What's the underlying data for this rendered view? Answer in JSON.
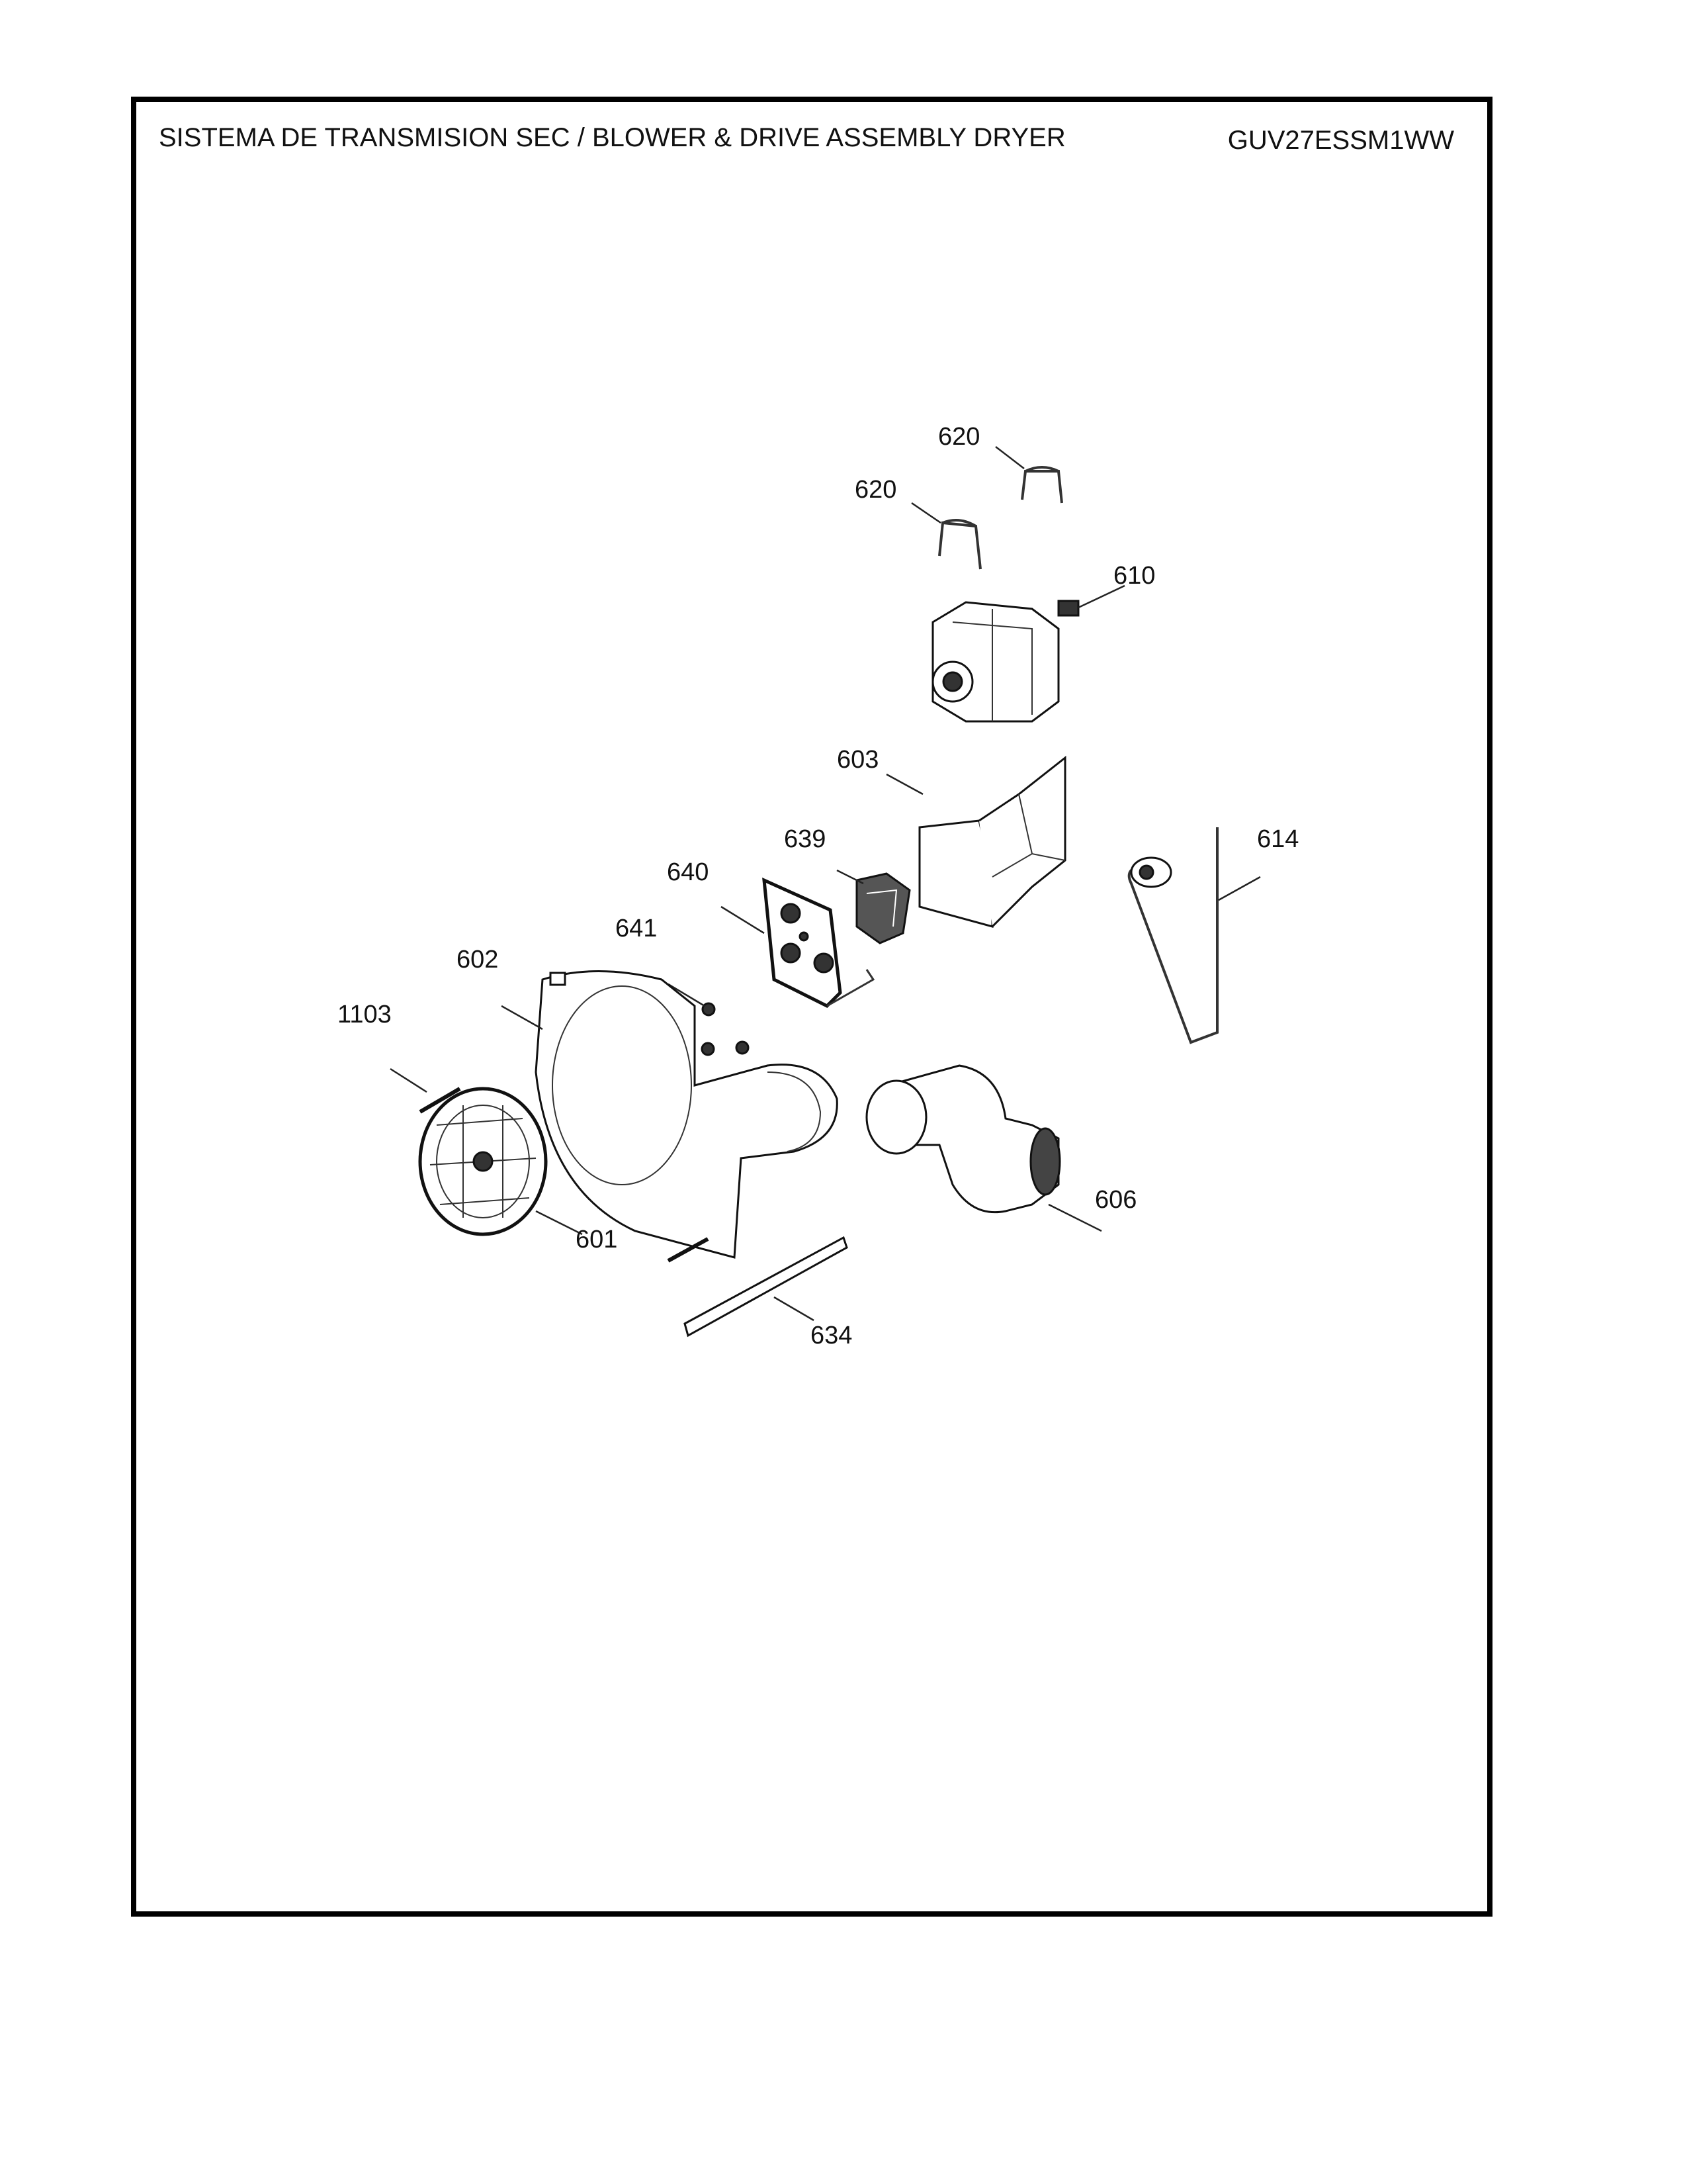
{
  "header": {
    "title": "SISTEMA DE TRANSMISION SEC / BLOWER & DRIVE ASSEMBLY DRYER",
    "model": "GUV27ESSM1WW"
  },
  "callouts": {
    "clip_a": "620",
    "clip_b": "620",
    "motor": "610",
    "motor_mount": "603",
    "switch": "639",
    "plate": "640",
    "screws": "641",
    "idler": "614",
    "housing": "602",
    "bolt": "1103",
    "duct": "606",
    "wheel": "601",
    "seal": "634"
  }
}
